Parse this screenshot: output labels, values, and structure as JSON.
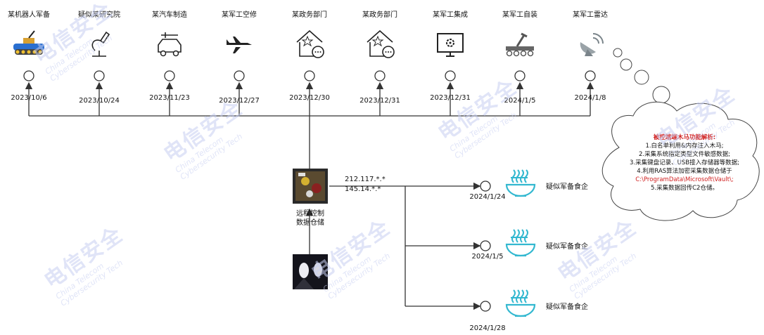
{
  "targets": [
    {
      "label": "某机器人军备",
      "date": "2023/10/6",
      "icon": "robot-tank-icon"
    },
    {
      "label": "疑似某研究院",
      "date": "2023/10/24",
      "icon": "microscope-icon"
    },
    {
      "label": "某汽车制造",
      "date": "2023/11/23",
      "icon": "car-icon"
    },
    {
      "label": "某军工空修",
      "date": "2023/12/27",
      "icon": "fighter-jet-icon"
    },
    {
      "label": "某政务部门",
      "date": "2023/12/30",
      "icon": "government-building-icon"
    },
    {
      "label": "某政务部门",
      "date": "2023/12/31",
      "icon": "government-building-icon"
    },
    {
      "label": "某军工集成",
      "date": "2023/12/31",
      "icon": "monitor-gear-icon"
    },
    {
      "label": "某军工自装",
      "date": "2024/1/5",
      "icon": "rover-icon"
    },
    {
      "label": "某军工雷达",
      "date": "2024/1/8",
      "icon": "radar-dish-icon"
    }
  ],
  "hub": {
    "label_line1": "远程控制",
    "label_line2": "数据仓储",
    "ip1": "212.117.*.*",
    "ip2": "145.14.*.*"
  },
  "canteens": [
    {
      "label": "疑似军备食企",
      "date": "2024/1/24",
      "icon": "noodle-bowl-icon"
    },
    {
      "label": "疑似军备食企",
      "date": "2024/1/5",
      "icon": "noodle-bowl-icon"
    },
    {
      "label": "疑似军备食企",
      "date": "2024/1/28",
      "icon": "noodle-bowl-icon"
    }
  ],
  "analysis": {
    "title": "被控端端木马功能解析:",
    "lines": [
      "1.白名单利用&内存注入木马;",
      "2.采集系统指定类型文件敏感数据;",
      "3.采集键盘记录、USB接入存储器等数据;",
      "4.利用RAS算法加密采集数据仓储于"
    ],
    "path": "C:\\ProgramData\\Microsoft\\Vault\\;",
    "last_line": "5.采集数据回传C2仓储。"
  },
  "watermark": {
    "cn": "电信安全",
    "en1": "China Telecom",
    "en2": "Cybersecurity Tech"
  },
  "colors": {
    "line": "#333333",
    "bowl": "#33b8d0",
    "accent_red": "#d02020",
    "watermark": "#c7cff2"
  }
}
